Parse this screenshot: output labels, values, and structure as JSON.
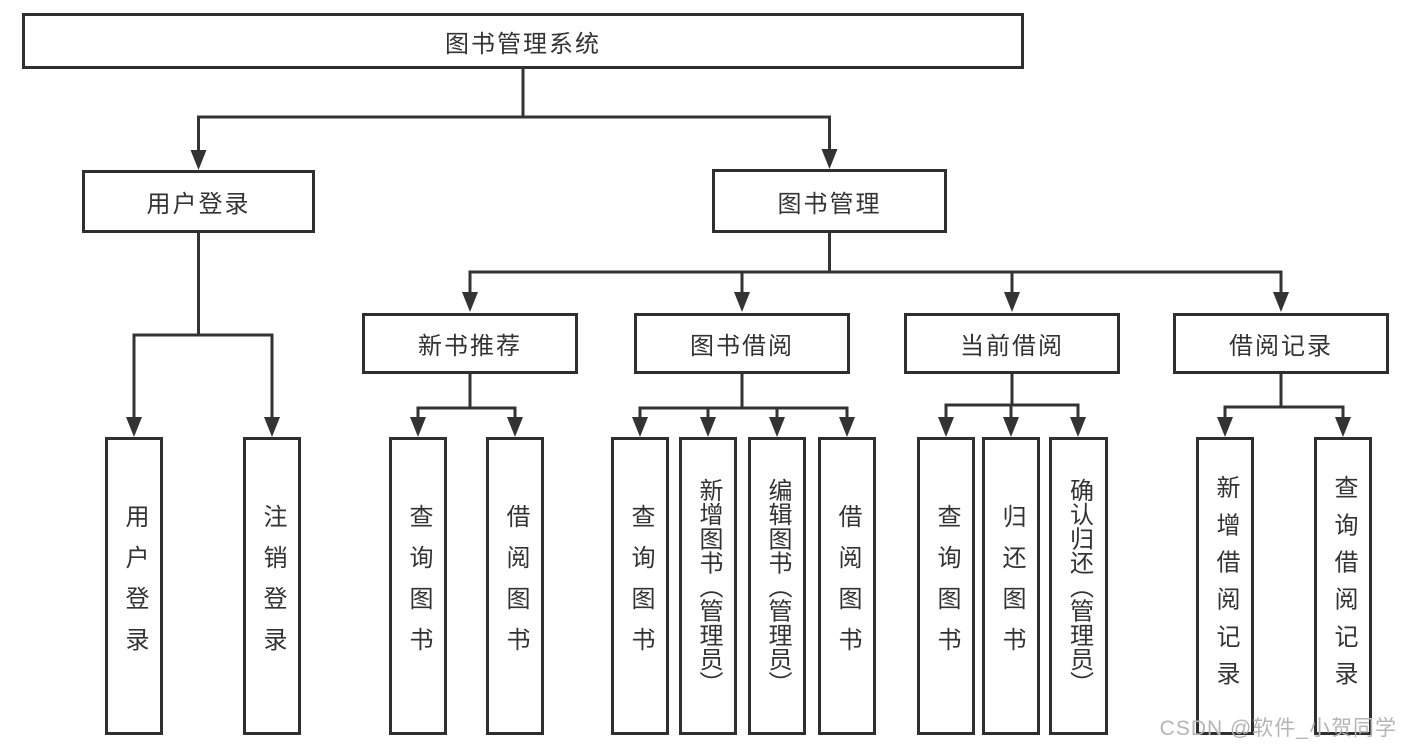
{
  "diagram": {
    "title_node": "图书管理系统",
    "level2": {
      "user_login": "用户登录",
      "book_mgmt": "图书管理"
    },
    "level3": {
      "new_books": "新书推荐",
      "book_borrow": "图书借阅",
      "current_borrow": "当前借阅",
      "borrow_records": "借阅记录"
    },
    "leaves": {
      "login": [
        "用户登录",
        "注销登录"
      ],
      "new_books": [
        "查询图书",
        "借阅图书"
      ],
      "book_borrow": [
        "查询图书",
        "新增图书（管理员）",
        "编辑图书（管理员）",
        "借阅图书"
      ],
      "current_borrow": [
        "查询图书",
        "归还图书",
        "确认归还（管理员）"
      ],
      "borrow_records": [
        "新增借阅记录",
        "查询借阅记录"
      ]
    }
  },
  "watermark": {
    "text": "CSDN @软件_小贺同学"
  },
  "colors": {
    "line": "#333333",
    "box_border": "#2f2f2f",
    "text": "#333333",
    "background": "#ffffff",
    "watermark": "#b5b5b5"
  }
}
